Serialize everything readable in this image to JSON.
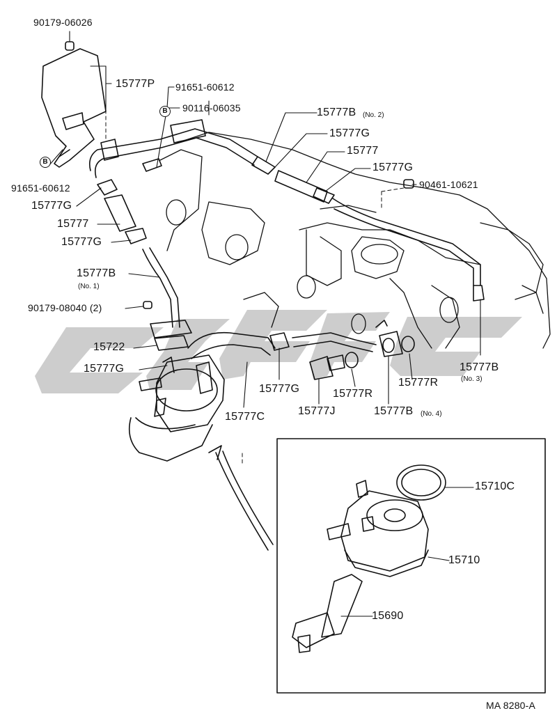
{
  "diagram": {
    "part_labels": [
      {
        "id": "p1",
        "text": "90179-06026"
      },
      {
        "id": "p2",
        "text": "15777P"
      },
      {
        "id": "p3",
        "text": "91651-60612"
      },
      {
        "id": "p4",
        "text": "90116-06035"
      },
      {
        "id": "p5",
        "text": "15777B"
      },
      {
        "id": "p6",
        "text": "15777G"
      },
      {
        "id": "p7",
        "text": "15777"
      },
      {
        "id": "p8",
        "text": "15777G"
      },
      {
        "id": "p9",
        "text": "90461-10621"
      },
      {
        "id": "p10",
        "text": "91651-60612"
      },
      {
        "id": "p11",
        "text": "15777G"
      },
      {
        "id": "p12",
        "text": "15777"
      },
      {
        "id": "p13",
        "text": "15777G"
      },
      {
        "id": "p14",
        "text": "15777B"
      },
      {
        "id": "p15",
        "text": "90179-08040 (2)"
      },
      {
        "id": "p16",
        "text": "15722"
      },
      {
        "id": "p17",
        "text": "15777G"
      },
      {
        "id": "p18",
        "text": "15777G"
      },
      {
        "id": "p19",
        "text": "15777C"
      },
      {
        "id": "p20",
        "text": "15777J"
      },
      {
        "id": "p21",
        "text": "15777R"
      },
      {
        "id": "p22",
        "text": "15777B"
      },
      {
        "id": "p23",
        "text": "15777R"
      },
      {
        "id": "p24",
        "text": "15777B"
      },
      {
        "id": "p25",
        "text": "15710C"
      },
      {
        "id": "p26",
        "text": "15710"
      },
      {
        "id": "p27",
        "text": "15690"
      }
    ],
    "sub_notes": {
      "no2": "(No. 2)",
      "no1": "(No. 1)",
      "no4": "(No. 4)",
      "no3": "(No. 3)"
    },
    "b_marker": "B",
    "diagram_code": "MA 8280-A",
    "line_color": "#111111",
    "watermark_color": "#c8c8c8"
  }
}
